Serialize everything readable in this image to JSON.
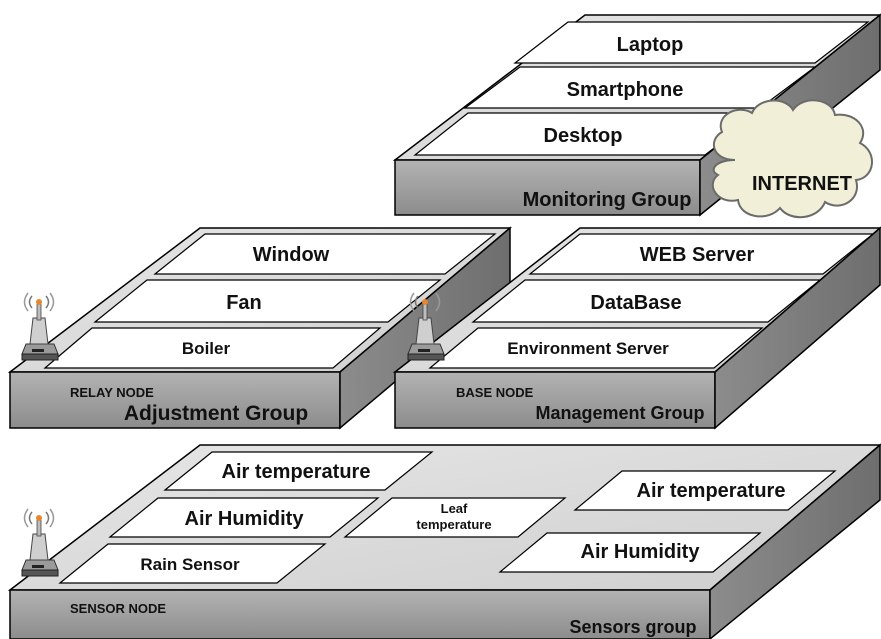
{
  "monitoring": {
    "title": "Monitoring Group",
    "items": [
      "Laptop",
      "Smartphone",
      "Desktop"
    ]
  },
  "internet": {
    "label": "INTERNET"
  },
  "adjustment": {
    "title": "Adjustment Group",
    "node": "RELAY NODE",
    "items": [
      "Window",
      "Fan",
      "Boiler"
    ]
  },
  "management": {
    "title": "Management Group",
    "node": "BASE NODE",
    "items": [
      "WEB Server",
      "DataBase",
      "Environment Server"
    ]
  },
  "sensors": {
    "title": "Sensors group",
    "node": "SENSOR NODE",
    "left_items": [
      "Air temperature",
      "Air Humidity",
      "Rain Sensor"
    ],
    "middle_item_line1": "Leaf",
    "middle_item_line2": "temperature",
    "right_items": [
      "Air temperature",
      "Air Humidity"
    ]
  },
  "colors": {
    "platform_top": "#d9d9d9",
    "platform_front": "#a6a6a6",
    "platform_side": "#7f7f7f",
    "cloud_fill": "#f2efd9",
    "outline": "#000000"
  }
}
